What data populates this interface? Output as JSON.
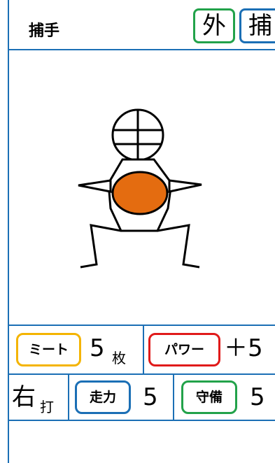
{
  "header": {
    "title": "捕手",
    "badge_fielder": "外",
    "badge_catcher": "捕"
  },
  "stats": {
    "mitt": {
      "label": "ミート",
      "value": "5",
      "unit": "枚"
    },
    "power": {
      "label": "パワー",
      "value": "＋5"
    },
    "batting": {
      "value": "右",
      "unit": "打"
    },
    "speed": {
      "label": "走力",
      "value": "5"
    },
    "defense": {
      "label": "守備",
      "value": "5"
    }
  },
  "colors": {
    "border_blue": "#1b6fb5",
    "green": "#22a24a",
    "yellow": "#f4b400",
    "red": "#e01a1a",
    "body_orange": "#e46c10"
  },
  "icons": {
    "figure": "catcher-figure-icon"
  }
}
